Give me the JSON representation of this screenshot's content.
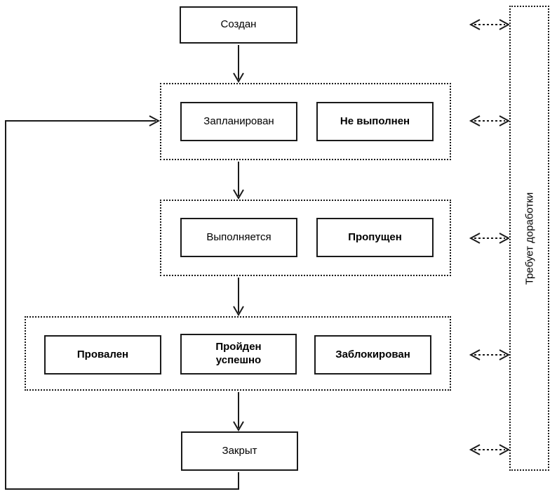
{
  "diagram": {
    "nodes": {
      "created": "Создан",
      "planned": "Запланирован",
      "not_executed": "Не выполнен",
      "in_progress": "Выполняется",
      "skipped": "Пропущен",
      "failed": "Провален",
      "passed": "Пройден\nуспешно",
      "blocked": "Заблокирован",
      "closed": "Закрыт",
      "needs_rework": "Требует доработки"
    },
    "edges": [
      {
        "from": "created",
        "to": "planned-group",
        "type": "arrow"
      },
      {
        "from": "planned-group",
        "to": "in-progress-group",
        "type": "arrow"
      },
      {
        "from": "in-progress-group",
        "to": "result-group",
        "type": "arrow"
      },
      {
        "from": "result-group",
        "to": "closed",
        "type": "arrow"
      },
      {
        "from": "closed",
        "to": "planned-group",
        "type": "loop-arrow"
      },
      {
        "from": "created",
        "to": "needs_rework",
        "type": "dashed-bidirectional"
      },
      {
        "from": "planned-group",
        "to": "needs_rework",
        "type": "dashed-bidirectional"
      },
      {
        "from": "in-progress-group",
        "to": "needs_rework",
        "type": "dashed-bidirectional"
      },
      {
        "from": "result-group",
        "to": "needs_rework",
        "type": "dashed-bidirectional"
      },
      {
        "from": "closed",
        "to": "needs_rework",
        "type": "dashed-bidirectional"
      }
    ],
    "colors": {
      "line": "#1a1a1a",
      "background": "#ffffff",
      "text": "#000000"
    }
  }
}
